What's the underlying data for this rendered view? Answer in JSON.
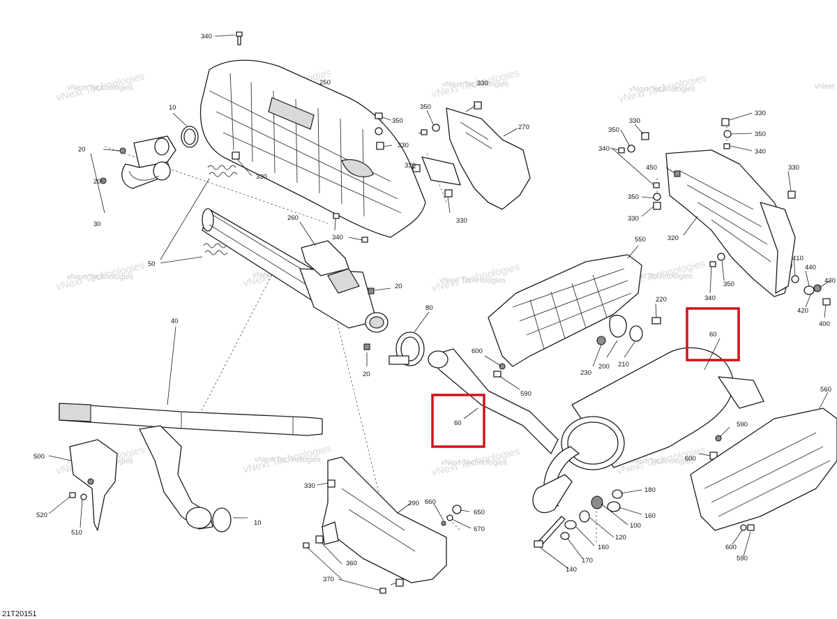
{
  "diagram_code": "21T20151",
  "watermark_text": "vNext Technologies",
  "watermark_small": "vNext",
  "callouts": {
    "c340a": "340",
    "c250": "250",
    "c10a": "10",
    "c20a": "20",
    "c20b": "20",
    "c30": "30",
    "c330a": "330",
    "c350a": "350",
    "c330b": "330",
    "c330c": "330",
    "c50": "50",
    "c260": "260",
    "c340b": "340",
    "c330d": "330",
    "c350b": "350",
    "c330e": "330",
    "c270": "270",
    "c330f": "330",
    "c350c": "350",
    "c340c": "340",
    "c330g": "330",
    "c350d": "350",
    "c340d": "340",
    "c450": "450",
    "c350e": "350",
    "c330h": "330",
    "c330i": "330",
    "c320": "320",
    "c550": "550",
    "c340e": "340",
    "c350f": "350",
    "c410": "410",
    "c440": "440",
    "c430": "430",
    "c420": "420",
    "c400": "400",
    "c20c": "20",
    "c20d": "20",
    "c40": "40",
    "c80": "80",
    "c600a": "600",
    "c590a": "590",
    "c220": "220",
    "c230": "230",
    "c200": "200",
    "c210": "210",
    "c60a": "60",
    "c60b": "60",
    "c560": "560",
    "c590b": "590",
    "c600b": "600",
    "c500": "500",
    "c520": "520",
    "c510": "510",
    "c10b": "10",
    "c330j": "330",
    "c290": "290",
    "c660": "660",
    "c650": "650",
    "c670": "670",
    "c360": "360",
    "c370": "370",
    "c180": "180",
    "c160a": "160",
    "c100": "100",
    "c120": "120",
    "c160b": "160",
    "c170": "170",
    "c140": "140",
    "c600c": "600",
    "c590c": "590"
  },
  "colors": {
    "highlight": "#d0121b",
    "line": "#1a1a1a"
  }
}
